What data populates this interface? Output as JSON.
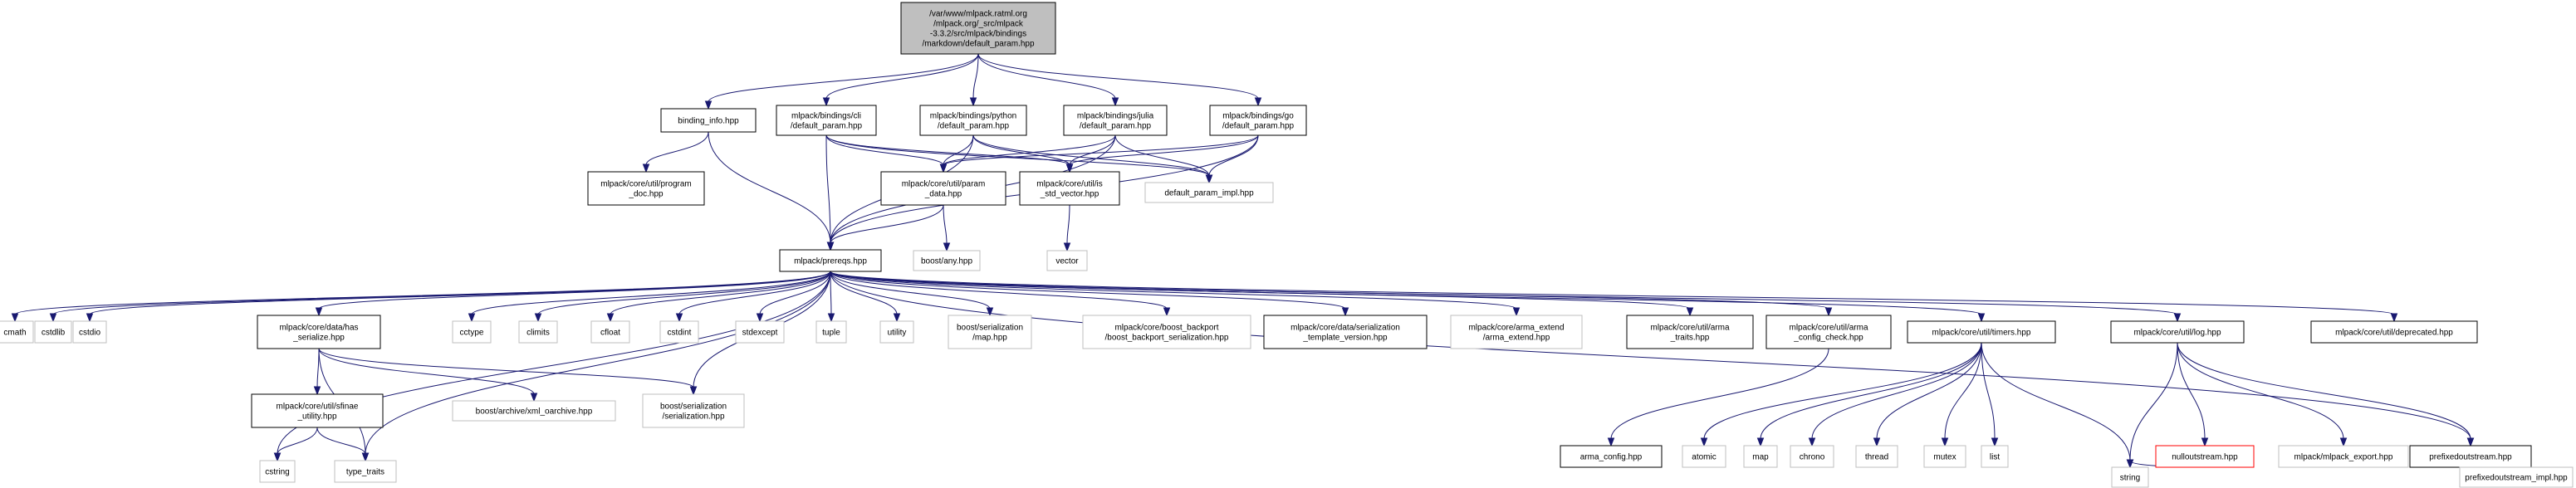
{
  "title": "Include dependency graph for default_param.hpp",
  "colors": {
    "edge": "#191970",
    "root_fill": "#bfbfbf",
    "strong_border": "#000000",
    "weak_border": "#bfbfbf",
    "missing_border": "#ff0000"
  },
  "nodes": [
    {
      "id": "root",
      "kind": "root",
      "lines": [
        "/var/www/mlpack.ratml.org",
        "/mlpack.org/_src/mlpack",
        "-3.3.2/src/mlpack/bindings",
        "/markdown/default_param.hpp"
      ]
    },
    {
      "id": "binding_info",
      "kind": "strong",
      "lines": [
        "binding_info.hpp"
      ]
    },
    {
      "id": "cli_dp",
      "kind": "strong",
      "lines": [
        "mlpack/bindings/cli",
        "/default_param.hpp"
      ]
    },
    {
      "id": "py_dp",
      "kind": "strong",
      "lines": [
        "mlpack/bindings/python",
        "/default_param.hpp"
      ]
    },
    {
      "id": "julia_dp",
      "kind": "strong",
      "lines": [
        "mlpack/bindings/julia",
        "/default_param.hpp"
      ]
    },
    {
      "id": "go_dp",
      "kind": "strong",
      "lines": [
        "mlpack/bindings/go",
        "/default_param.hpp"
      ]
    },
    {
      "id": "program_doc",
      "kind": "strong",
      "lines": [
        "mlpack/core/util/program",
        "_doc.hpp"
      ]
    },
    {
      "id": "param_data",
      "kind": "strong",
      "lines": [
        "mlpack/core/util/param",
        "_data.hpp"
      ]
    },
    {
      "id": "is_std_vector",
      "kind": "strong",
      "lines": [
        "mlpack/core/util/is",
        "_std_vector.hpp"
      ]
    },
    {
      "id": "dp_impl",
      "kind": "weak",
      "lines": [
        "default_param_impl.hpp"
      ]
    },
    {
      "id": "prereqs",
      "kind": "strong",
      "lines": [
        "mlpack/prereqs.hpp"
      ]
    },
    {
      "id": "boost_any",
      "kind": "weak",
      "lines": [
        "boost/any.hpp"
      ]
    },
    {
      "id": "vector",
      "kind": "weak",
      "lines": [
        "vector"
      ]
    },
    {
      "id": "cmath",
      "kind": "weak",
      "lines": [
        "cmath"
      ]
    },
    {
      "id": "cstdlib",
      "kind": "weak",
      "lines": [
        "cstdlib"
      ]
    },
    {
      "id": "cstdio",
      "kind": "weak",
      "lines": [
        "cstdio"
      ]
    },
    {
      "id": "has_serialize",
      "kind": "strong",
      "lines": [
        "mlpack/core/data/has",
        "_serialize.hpp"
      ]
    },
    {
      "id": "cctype",
      "kind": "weak",
      "lines": [
        "cctype"
      ]
    },
    {
      "id": "climits",
      "kind": "weak",
      "lines": [
        "climits"
      ]
    },
    {
      "id": "cfloat",
      "kind": "weak",
      "lines": [
        "cfloat"
      ]
    },
    {
      "id": "cstdint",
      "kind": "weak",
      "lines": [
        "cstdint"
      ]
    },
    {
      "id": "stdexcept",
      "kind": "weak",
      "lines": [
        "stdexcept"
      ]
    },
    {
      "id": "tuple",
      "kind": "weak",
      "lines": [
        "tuple"
      ]
    },
    {
      "id": "utility",
      "kind": "weak",
      "lines": [
        "utility"
      ]
    },
    {
      "id": "bs_map",
      "kind": "weak",
      "lines": [
        "boost/serialization",
        "/map.hpp"
      ]
    },
    {
      "id": "bb_ser",
      "kind": "weak",
      "lines": [
        "mlpack/core/boost_backport",
        "/boost_backport_serialization.hpp"
      ]
    },
    {
      "id": "ser_tv",
      "kind": "strong",
      "lines": [
        "mlpack/core/data/serialization",
        "_template_version.hpp"
      ]
    },
    {
      "id": "arma_extend",
      "kind": "weak",
      "lines": [
        "mlpack/core/arma_extend",
        "/arma_extend.hpp"
      ]
    },
    {
      "id": "arma_traits",
      "kind": "strong",
      "lines": [
        "mlpack/core/util/arma",
        "_traits.hpp"
      ]
    },
    {
      "id": "arma_cc",
      "kind": "strong",
      "lines": [
        "mlpack/core/util/arma",
        "_config_check.hpp"
      ]
    },
    {
      "id": "timers",
      "kind": "strong",
      "lines": [
        "mlpack/core/util/timers.hpp"
      ]
    },
    {
      "id": "log",
      "kind": "strong",
      "lines": [
        "mlpack/core/util/log.hpp"
      ]
    },
    {
      "id": "deprecated",
      "kind": "strong",
      "lines": [
        "mlpack/core/util/deprecated.hpp"
      ]
    },
    {
      "id": "sfinae",
      "kind": "strong",
      "lines": [
        "mlpack/core/util/sfinae",
        "_utility.hpp"
      ]
    },
    {
      "id": "xml_oarchive",
      "kind": "weak",
      "lines": [
        "boost/archive/xml_oarchive.hpp"
      ]
    },
    {
      "id": "bs_ser",
      "kind": "weak",
      "lines": [
        "boost/serialization",
        "/serialization.hpp"
      ]
    },
    {
      "id": "arma_config",
      "kind": "strong",
      "lines": [
        "arma_config.hpp"
      ]
    },
    {
      "id": "atomic",
      "kind": "weak",
      "lines": [
        "atomic"
      ]
    },
    {
      "id": "map",
      "kind": "weak",
      "lines": [
        "map"
      ]
    },
    {
      "id": "chrono",
      "kind": "weak",
      "lines": [
        "chrono"
      ]
    },
    {
      "id": "thread",
      "kind": "weak",
      "lines": [
        "thread"
      ]
    },
    {
      "id": "mutex",
      "kind": "weak",
      "lines": [
        "mutex"
      ]
    },
    {
      "id": "list",
      "kind": "weak",
      "lines": [
        "list"
      ]
    },
    {
      "id": "nulloutstream",
      "kind": "missing",
      "lines": [
        "nulloutstream.hpp"
      ]
    },
    {
      "id": "mlpack_export",
      "kind": "weak",
      "lines": [
        "mlpack/mlpack_export.hpp"
      ]
    },
    {
      "id": "prefixedoutstream",
      "kind": "strong",
      "lines": [
        "prefixedoutstream.hpp"
      ]
    },
    {
      "id": "cstring",
      "kind": "weak",
      "lines": [
        "cstring"
      ]
    },
    {
      "id": "type_traits",
      "kind": "weak",
      "lines": [
        "type_traits"
      ]
    },
    {
      "id": "string",
      "kind": "weak",
      "lines": [
        "string"
      ]
    },
    {
      "id": "pos_impl",
      "kind": "weak",
      "lines": [
        "prefixedoutstream_impl.hpp"
      ]
    }
  ],
  "edges": [
    [
      "root",
      "binding_info"
    ],
    [
      "root",
      "cli_dp"
    ],
    [
      "root",
      "py_dp"
    ],
    [
      "root",
      "julia_dp"
    ],
    [
      "root",
      "go_dp"
    ],
    [
      "binding_info",
      "program_doc"
    ],
    [
      "binding_info",
      "prereqs"
    ],
    [
      "cli_dp",
      "prereqs"
    ],
    [
      "cli_dp",
      "param_data"
    ],
    [
      "cli_dp",
      "is_std_vector"
    ],
    [
      "cli_dp",
      "dp_impl"
    ],
    [
      "py_dp",
      "prereqs"
    ],
    [
      "py_dp",
      "param_data"
    ],
    [
      "py_dp",
      "is_std_vector"
    ],
    [
      "py_dp",
      "dp_impl"
    ],
    [
      "julia_dp",
      "prereqs"
    ],
    [
      "julia_dp",
      "param_data"
    ],
    [
      "julia_dp",
      "is_std_vector"
    ],
    [
      "julia_dp",
      "dp_impl"
    ],
    [
      "go_dp",
      "prereqs"
    ],
    [
      "go_dp",
      "param_data"
    ],
    [
      "go_dp",
      "is_std_vector"
    ],
    [
      "go_dp",
      "dp_impl"
    ],
    [
      "param_data",
      "prereqs"
    ],
    [
      "param_data",
      "boost_any"
    ],
    [
      "is_std_vector",
      "vector"
    ],
    [
      "prereqs",
      "cmath"
    ],
    [
      "prereqs",
      "cstdlib"
    ],
    [
      "prereqs",
      "cstdio"
    ],
    [
      "prereqs",
      "has_serialize"
    ],
    [
      "prereqs",
      "cctype"
    ],
    [
      "prereqs",
      "climits"
    ],
    [
      "prereqs",
      "cfloat"
    ],
    [
      "prereqs",
      "cstdint"
    ],
    [
      "prereqs",
      "stdexcept"
    ],
    [
      "prereqs",
      "tuple"
    ],
    [
      "prereqs",
      "utility"
    ],
    [
      "prereqs",
      "bs_map"
    ],
    [
      "prereqs",
      "bb_ser"
    ],
    [
      "prereqs",
      "ser_tv"
    ],
    [
      "prereqs",
      "arma_extend"
    ],
    [
      "prereqs",
      "arma_traits"
    ],
    [
      "prereqs",
      "arma_cc"
    ],
    [
      "prereqs",
      "timers"
    ],
    [
      "prereqs",
      "log"
    ],
    [
      "prereqs",
      "deprecated"
    ],
    [
      "prereqs",
      "cstring"
    ],
    [
      "prereqs",
      "type_traits"
    ],
    [
      "prereqs",
      "bs_ser"
    ],
    [
      "prereqs",
      "prefixedoutstream"
    ],
    [
      "has_serialize",
      "sfinae"
    ],
    [
      "has_serialize",
      "xml_oarchive"
    ],
    [
      "has_serialize",
      "bs_ser"
    ],
    [
      "has_serialize",
      "type_traits"
    ],
    [
      "sfinae",
      "cstring"
    ],
    [
      "sfinae",
      "type_traits"
    ],
    [
      "arma_cc",
      "arma_config"
    ],
    [
      "timers",
      "atomic"
    ],
    [
      "timers",
      "map"
    ],
    [
      "timers",
      "chrono"
    ],
    [
      "timers",
      "thread"
    ],
    [
      "timers",
      "mutex"
    ],
    [
      "timers",
      "list"
    ],
    [
      "timers",
      "string"
    ],
    [
      "log",
      "string"
    ],
    [
      "log",
      "nulloutstream"
    ],
    [
      "log",
      "mlpack_export"
    ],
    [
      "log",
      "prefixedoutstream"
    ],
    [
      "nulloutstream",
      "string"
    ],
    [
      "prefixedoutstream",
      "pos_impl"
    ]
  ]
}
